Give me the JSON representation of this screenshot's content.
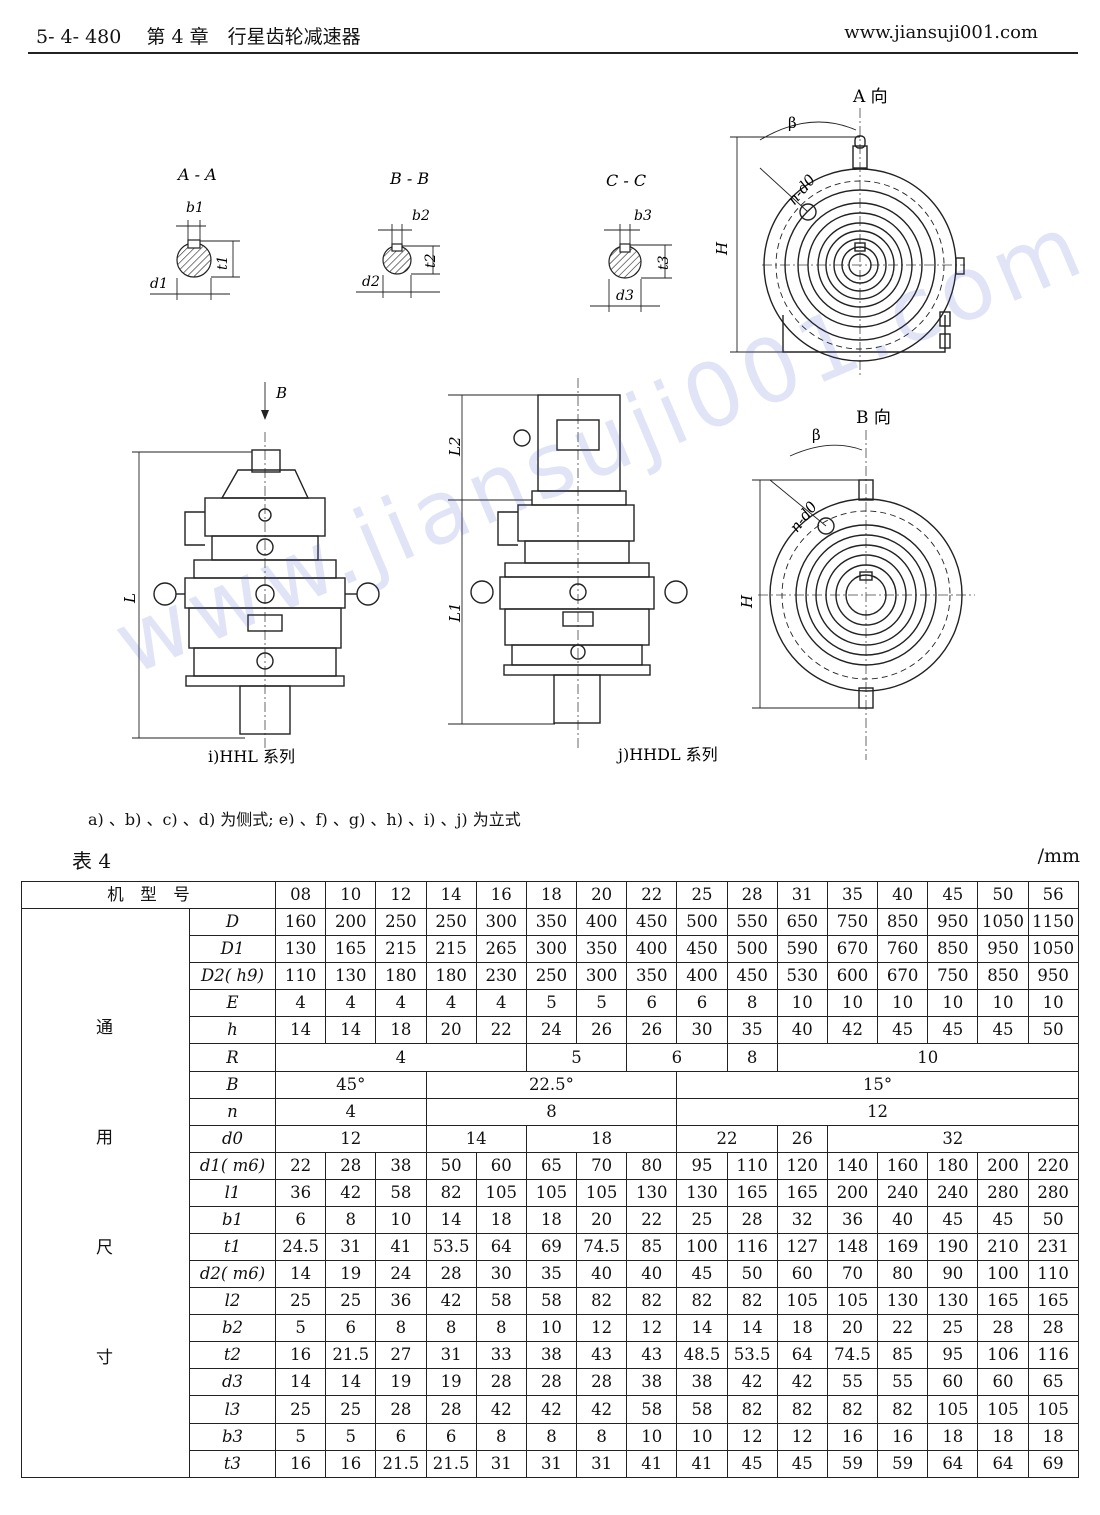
{
  "header": {
    "left": "5- 4- 480　 第 4 章　行星齿轮减速器",
    "right": "www.jiansuji001.com"
  },
  "drawings": {
    "section_aa": "A - A",
    "section_bb": "B - B",
    "section_cc": "C - C",
    "dims_aa": {
      "b": "b1",
      "t": "t1",
      "d": "d1"
    },
    "dims_bb": {
      "b": "b2",
      "t": "t2",
      "d": "d2"
    },
    "dims_cc": {
      "b": "b3",
      "t": "t3",
      "d": "d3"
    },
    "view_a": "A 向",
    "view_b": "B 向",
    "beta": "β",
    "holes": "n-d0",
    "h_label": "H",
    "l_label": "L",
    "l1_label": "L1",
    "l2_label": "L2",
    "arrow_b": "B",
    "caption_i": "i)HHL 系列",
    "caption_j": "j)HHDL 系列"
  },
  "note": "a) 、b) 、c) 、d) 为侧式; e) 、f) 、g) 、h) 、i) 、j) 为立式",
  "table_label": "表 4",
  "unit": "/mm",
  "watermark": "www.jiansuji001.com",
  "table": {
    "header_label": "机　型　号",
    "models": [
      "08",
      "10",
      "12",
      "14",
      "16",
      "18",
      "20",
      "22",
      "25",
      "28",
      "31",
      "35",
      "40",
      "45",
      "50",
      "56"
    ],
    "group_label": [
      "通",
      "用",
      "尺",
      "寸"
    ],
    "rows": [
      {
        "label": "D",
        "cells": [
          [
            "160",
            1
          ],
          [
            "200",
            1
          ],
          [
            "250",
            1
          ],
          [
            "250",
            1
          ],
          [
            "300",
            1
          ],
          [
            "350",
            1
          ],
          [
            "400",
            1
          ],
          [
            "450",
            1
          ],
          [
            "500",
            1
          ],
          [
            "550",
            1
          ],
          [
            "650",
            1
          ],
          [
            "750",
            1
          ],
          [
            "850",
            1
          ],
          [
            "950",
            1
          ],
          [
            "1050",
            1
          ],
          [
            "1150",
            1
          ]
        ]
      },
      {
        "label": "D1",
        "cells": [
          [
            "130",
            1
          ],
          [
            "165",
            1
          ],
          [
            "215",
            1
          ],
          [
            "215",
            1
          ],
          [
            "265",
            1
          ],
          [
            "300",
            1
          ],
          [
            "350",
            1
          ],
          [
            "400",
            1
          ],
          [
            "450",
            1
          ],
          [
            "500",
            1
          ],
          [
            "590",
            1
          ],
          [
            "670",
            1
          ],
          [
            "760",
            1
          ],
          [
            "850",
            1
          ],
          [
            "950",
            1
          ],
          [
            "1050",
            1
          ]
        ]
      },
      {
        "label": "D2( h9)",
        "cells": [
          [
            "110",
            1
          ],
          [
            "130",
            1
          ],
          [
            "180",
            1
          ],
          [
            "180",
            1
          ],
          [
            "230",
            1
          ],
          [
            "250",
            1
          ],
          [
            "300",
            1
          ],
          [
            "350",
            1
          ],
          [
            "400",
            1
          ],
          [
            "450",
            1
          ],
          [
            "530",
            1
          ],
          [
            "600",
            1
          ],
          [
            "670",
            1
          ],
          [
            "750",
            1
          ],
          [
            "850",
            1
          ],
          [
            "950",
            1
          ]
        ]
      },
      {
        "label": "E",
        "cells": [
          [
            "4",
            1
          ],
          [
            "4",
            1
          ],
          [
            "4",
            1
          ],
          [
            "4",
            1
          ],
          [
            "4",
            1
          ],
          [
            "5",
            1
          ],
          [
            "5",
            1
          ],
          [
            "6",
            1
          ],
          [
            "6",
            1
          ],
          [
            "8",
            1
          ],
          [
            "10",
            1
          ],
          [
            "10",
            1
          ],
          [
            "10",
            1
          ],
          [
            "10",
            1
          ],
          [
            "10",
            1
          ],
          [
            "10",
            1
          ]
        ]
      },
      {
        "label": "h",
        "cells": [
          [
            "14",
            1
          ],
          [
            "14",
            1
          ],
          [
            "18",
            1
          ],
          [
            "20",
            1
          ],
          [
            "22",
            1
          ],
          [
            "24",
            1
          ],
          [
            "26",
            1
          ],
          [
            "26",
            1
          ],
          [
            "30",
            1
          ],
          [
            "35",
            1
          ],
          [
            "40",
            1
          ],
          [
            "42",
            1
          ],
          [
            "45",
            1
          ],
          [
            "45",
            1
          ],
          [
            "45",
            1
          ],
          [
            "50",
            1
          ]
        ]
      },
      {
        "label": "R",
        "cells": [
          [
            "4",
            5
          ],
          [
            "5",
            2
          ],
          [
            "6",
            2
          ],
          [
            "8",
            1
          ],
          [
            "10",
            6
          ]
        ]
      },
      {
        "label": "B",
        "cells": [
          [
            "45°",
            3
          ],
          [
            "22.5°",
            5
          ],
          [
            "15°",
            8
          ]
        ]
      },
      {
        "label": "n",
        "cells": [
          [
            "4",
            3
          ],
          [
            "8",
            5
          ],
          [
            "12",
            8
          ]
        ]
      },
      {
        "label": "d0",
        "cells": [
          [
            "12",
            3
          ],
          [
            "14",
            2
          ],
          [
            "18",
            3
          ],
          [
            "22",
            2
          ],
          [
            "26",
            1
          ],
          [
            "32",
            5
          ]
        ]
      },
      {
        "label": "d1( m6)",
        "cells": [
          [
            "22",
            1
          ],
          [
            "28",
            1
          ],
          [
            "38",
            1
          ],
          [
            "50",
            1
          ],
          [
            "60",
            1
          ],
          [
            "65",
            1
          ],
          [
            "70",
            1
          ],
          [
            "80",
            1
          ],
          [
            "95",
            1
          ],
          [
            "110",
            1
          ],
          [
            "120",
            1
          ],
          [
            "140",
            1
          ],
          [
            "160",
            1
          ],
          [
            "180",
            1
          ],
          [
            "200",
            1
          ],
          [
            "220",
            1
          ]
        ]
      },
      {
        "label": "l1",
        "cells": [
          [
            "36",
            1
          ],
          [
            "42",
            1
          ],
          [
            "58",
            1
          ],
          [
            "82",
            1
          ],
          [
            "105",
            1
          ],
          [
            "105",
            1
          ],
          [
            "105",
            1
          ],
          [
            "130",
            1
          ],
          [
            "130",
            1
          ],
          [
            "165",
            1
          ],
          [
            "165",
            1
          ],
          [
            "200",
            1
          ],
          [
            "240",
            1
          ],
          [
            "240",
            1
          ],
          [
            "280",
            1
          ],
          [
            "280",
            1
          ]
        ]
      },
      {
        "label": "b1",
        "cells": [
          [
            "6",
            1
          ],
          [
            "8",
            1
          ],
          [
            "10",
            1
          ],
          [
            "14",
            1
          ],
          [
            "18",
            1
          ],
          [
            "18",
            1
          ],
          [
            "20",
            1
          ],
          [
            "22",
            1
          ],
          [
            "25",
            1
          ],
          [
            "28",
            1
          ],
          [
            "32",
            1
          ],
          [
            "36",
            1
          ],
          [
            "40",
            1
          ],
          [
            "45",
            1
          ],
          [
            "45",
            1
          ],
          [
            "50",
            1
          ]
        ]
      },
      {
        "label": "t1",
        "cells": [
          [
            "24.5",
            1
          ],
          [
            "31",
            1
          ],
          [
            "41",
            1
          ],
          [
            "53.5",
            1
          ],
          [
            "64",
            1
          ],
          [
            "69",
            1
          ],
          [
            "74.5",
            1
          ],
          [
            "85",
            1
          ],
          [
            "100",
            1
          ],
          [
            "116",
            1
          ],
          [
            "127",
            1
          ],
          [
            "148",
            1
          ],
          [
            "169",
            1
          ],
          [
            "190",
            1
          ],
          [
            "210",
            1
          ],
          [
            "231",
            1
          ]
        ]
      },
      {
        "label": "d2( m6)",
        "cells": [
          [
            "14",
            1
          ],
          [
            "19",
            1
          ],
          [
            "24",
            1
          ],
          [
            "28",
            1
          ],
          [
            "30",
            1
          ],
          [
            "35",
            1
          ],
          [
            "40",
            1
          ],
          [
            "40",
            1
          ],
          [
            "45",
            1
          ],
          [
            "50",
            1
          ],
          [
            "60",
            1
          ],
          [
            "70",
            1
          ],
          [
            "80",
            1
          ],
          [
            "90",
            1
          ],
          [
            "100",
            1
          ],
          [
            "110",
            1
          ]
        ]
      },
      {
        "label": "l2",
        "cells": [
          [
            "25",
            1
          ],
          [
            "25",
            1
          ],
          [
            "36",
            1
          ],
          [
            "42",
            1
          ],
          [
            "58",
            1
          ],
          [
            "58",
            1
          ],
          [
            "82",
            1
          ],
          [
            "82",
            1
          ],
          [
            "82",
            1
          ],
          [
            "82",
            1
          ],
          [
            "105",
            1
          ],
          [
            "105",
            1
          ],
          [
            "130",
            1
          ],
          [
            "130",
            1
          ],
          [
            "165",
            1
          ],
          [
            "165",
            1
          ]
        ]
      },
      {
        "label": "b2",
        "cells": [
          [
            "5",
            1
          ],
          [
            "6",
            1
          ],
          [
            "8",
            1
          ],
          [
            "8",
            1
          ],
          [
            "8",
            1
          ],
          [
            "10",
            1
          ],
          [
            "12",
            1
          ],
          [
            "12",
            1
          ],
          [
            "14",
            1
          ],
          [
            "14",
            1
          ],
          [
            "18",
            1
          ],
          [
            "20",
            1
          ],
          [
            "22",
            1
          ],
          [
            "25",
            1
          ],
          [
            "28",
            1
          ],
          [
            "28",
            1
          ]
        ]
      },
      {
        "label": "t2",
        "cells": [
          [
            "16",
            1
          ],
          [
            "21.5",
            1
          ],
          [
            "27",
            1
          ],
          [
            "31",
            1
          ],
          [
            "33",
            1
          ],
          [
            "38",
            1
          ],
          [
            "43",
            1
          ],
          [
            "43",
            1
          ],
          [
            "48.5",
            1
          ],
          [
            "53.5",
            1
          ],
          [
            "64",
            1
          ],
          [
            "74.5",
            1
          ],
          [
            "85",
            1
          ],
          [
            "95",
            1
          ],
          [
            "106",
            1
          ],
          [
            "116",
            1
          ]
        ]
      },
      {
        "label": "d3",
        "cells": [
          [
            "14",
            1
          ],
          [
            "14",
            1
          ],
          [
            "19",
            1
          ],
          [
            "19",
            1
          ],
          [
            "28",
            1
          ],
          [
            "28",
            1
          ],
          [
            "28",
            1
          ],
          [
            "38",
            1
          ],
          [
            "38",
            1
          ],
          [
            "42",
            1
          ],
          [
            "42",
            1
          ],
          [
            "55",
            1
          ],
          [
            "55",
            1
          ],
          [
            "60",
            1
          ],
          [
            "60",
            1
          ],
          [
            "65",
            1
          ]
        ]
      },
      {
        "label": "l3",
        "cells": [
          [
            "25",
            1
          ],
          [
            "25",
            1
          ],
          [
            "28",
            1
          ],
          [
            "28",
            1
          ],
          [
            "42",
            1
          ],
          [
            "42",
            1
          ],
          [
            "42",
            1
          ],
          [
            "58",
            1
          ],
          [
            "58",
            1
          ],
          [
            "82",
            1
          ],
          [
            "82",
            1
          ],
          [
            "82",
            1
          ],
          [
            "82",
            1
          ],
          [
            "105",
            1
          ],
          [
            "105",
            1
          ],
          [
            "105",
            1
          ]
        ]
      },
      {
        "label": "b3",
        "cells": [
          [
            "5",
            1
          ],
          [
            "5",
            1
          ],
          [
            "6",
            1
          ],
          [
            "6",
            1
          ],
          [
            "8",
            1
          ],
          [
            "8",
            1
          ],
          [
            "8",
            1
          ],
          [
            "10",
            1
          ],
          [
            "10",
            1
          ],
          [
            "12",
            1
          ],
          [
            "12",
            1
          ],
          [
            "16",
            1
          ],
          [
            "16",
            1
          ],
          [
            "18",
            1
          ],
          [
            "18",
            1
          ],
          [
            "18",
            1
          ]
        ]
      },
      {
        "label": "t3",
        "cells": [
          [
            "16",
            1
          ],
          [
            "16",
            1
          ],
          [
            "21.5",
            1
          ],
          [
            "21.5",
            1
          ],
          [
            "31",
            1
          ],
          [
            "31",
            1
          ],
          [
            "31",
            1
          ],
          [
            "41",
            1
          ],
          [
            "41",
            1
          ],
          [
            "45",
            1
          ],
          [
            "45",
            1
          ],
          [
            "59",
            1
          ],
          [
            "59",
            1
          ],
          [
            "64",
            1
          ],
          [
            "64",
            1
          ],
          [
            "69",
            1
          ]
        ]
      }
    ]
  }
}
